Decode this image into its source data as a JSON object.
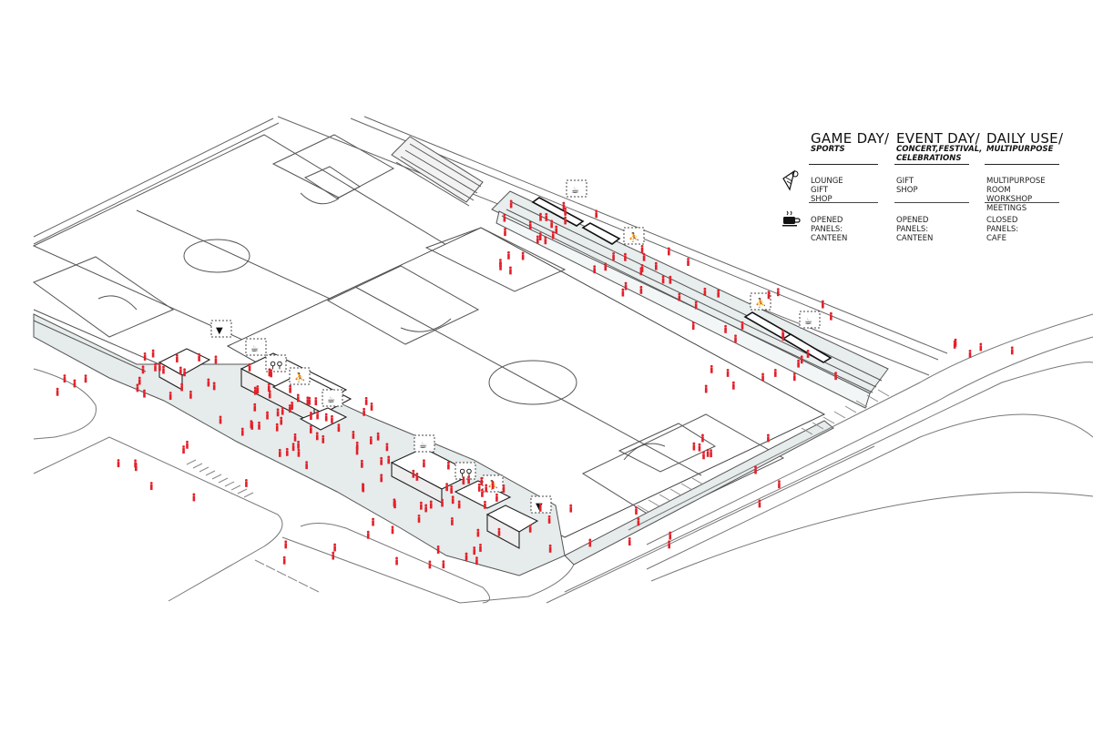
{
  "legend": {
    "columns": [
      {
        "title": "GAME DAY/",
        "subtitle": "SPORTS"
      },
      {
        "title": "EVENT DAY/",
        "subtitle": "CONCERT,FESTIVAL, CELEBRATIONS"
      },
      {
        "title": "DAILY USE/",
        "subtitle": "MULTIPURPOSE"
      }
    ],
    "rows": [
      {
        "icon": "ice-cream-icon",
        "cells": [
          "LOUNGE\nGIFT SHOP",
          "GIFT SHOP",
          "MULTIPURPOSE ROOM\nWORKSHOP\nMEETINGS"
        ]
      },
      {
        "icon": "coffee-cup-icon",
        "cells": [
          "OPENED PANELS:\nCANTEEN",
          "OPENED PANELS:\nCANTEEN",
          "CLOSED PANELS:\nCAFE"
        ]
      }
    ]
  },
  "map_icons": [
    "coffee-cup-icon",
    "runner-icon",
    "ice-cream-icon",
    "restroom-icon"
  ],
  "colors": {
    "people": "#e3202a",
    "concourse": "#e6ebeb",
    "linework": "#4a4a4a"
  }
}
